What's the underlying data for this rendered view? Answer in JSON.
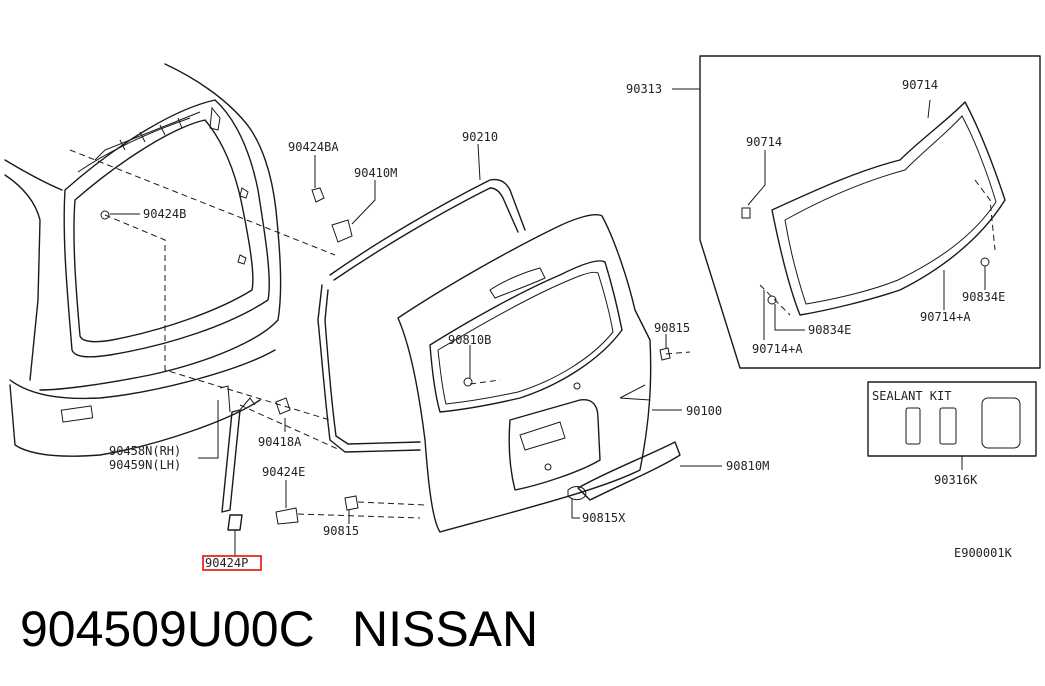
{
  "labels": {
    "p90424BA": "90424BA",
    "p90410M": "90410M",
    "p90210": "90210",
    "p90313": "90313",
    "p90714_top": "90714",
    "p90714_left": "90714",
    "p90424B": "90424B",
    "p90810B": "90810B",
    "p90815_top": "90815",
    "p90100": "90100",
    "p90418A": "90418A",
    "p90458N": "90458N(RH)",
    "p90459N": "90459N(LH)",
    "p90424E": "90424E",
    "p90810M": "90810M",
    "p90815X": "90815X",
    "p90815_bottom": "90815",
    "p90424P": "90424P",
    "p90834E_right": "90834E",
    "p90714A_right": "90714+A",
    "p90834E_left": "90834E",
    "p90714A_left": "90714+A",
    "sealant_kit_title": "SEALANT KIT",
    "p90316K": "90316K",
    "diagram_code": "E900001K"
  },
  "highlight": {
    "part": "90424P",
    "color": "#e01010"
  },
  "caption": {
    "part_number": "904509U00C",
    "brand": "NISSAN"
  }
}
